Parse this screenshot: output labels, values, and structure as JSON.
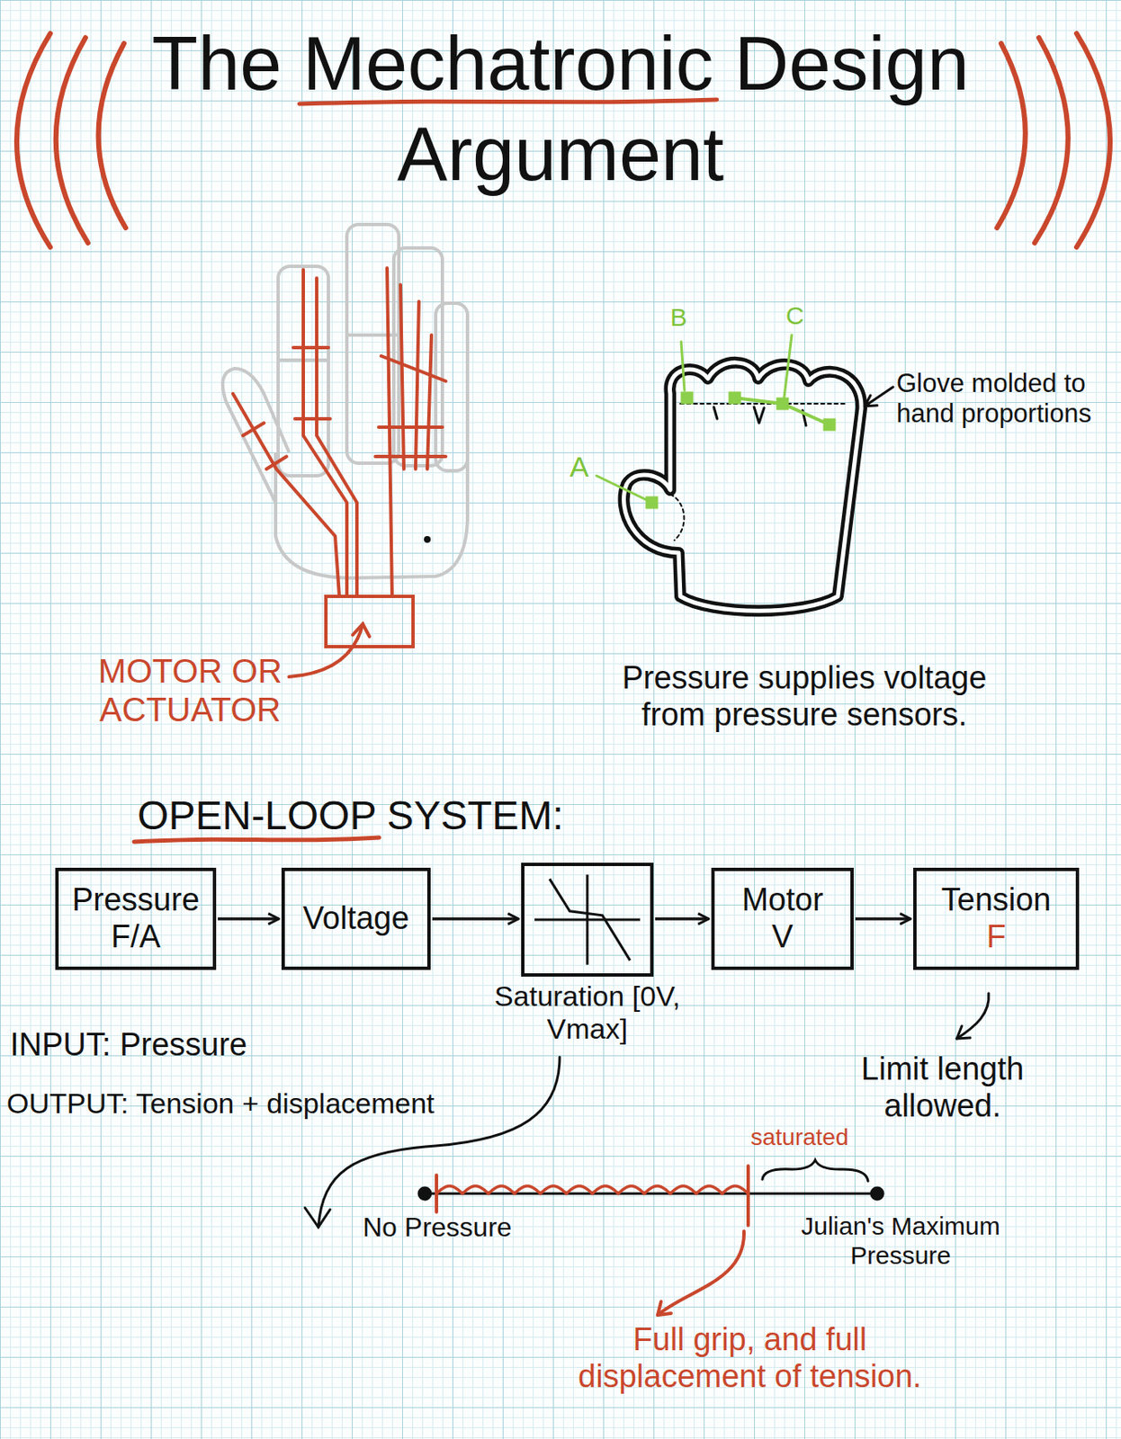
{
  "diagram": {
    "title": "The Mechatronic Design Argument",
    "nodes": [
      {
        "text": [
          "Pressure",
          "F/A"
        ]
      },
      {
        "text": [
          "Voltage"
        ]
      },
      {
        "text": [
          "Saturation [0V, Vmax]"
        ]
      },
      {
        "text": [
          "Motor",
          "V"
        ]
      },
      {
        "text": [
          "Tension",
          "F"
        ]
      }
    ],
    "edges": [
      {
        "from": 0,
        "to": 1,
        "arrow": "to"
      },
      {
        "from": 1,
        "to": 2,
        "arrow": "to"
      },
      {
        "from": 2,
        "to": 3,
        "arrow": "to"
      },
      {
        "from": 3,
        "to": 4,
        "arrow": "to"
      }
    ],
    "labels": [
      "MOTOR OR ACTUATOR",
      "A",
      "B",
      "C",
      "Glove molded to hand proportions",
      "Pressure supplies voltage from pressure sensors.",
      "OPEN-LOOP SYSTEM:",
      "INPUT: Pressure",
      "OUTPUT: Tension + displacement",
      "Limit length allowed.",
      "saturated",
      "No Pressure",
      "Julian's Maximum Pressure",
      "Full grip, and full displacement of tension."
    ]
  }
}
